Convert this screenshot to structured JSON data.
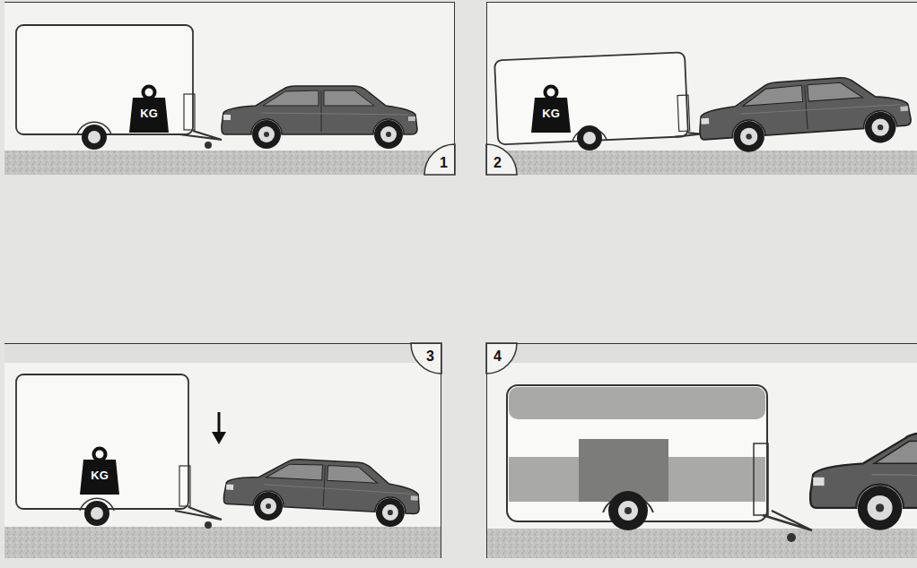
{
  "diagram": {
    "nodes": [
      {
        "text": [
          "1"
        ]
      },
      {
        "text": [
          "KG"
        ],
        "in": 0
      },
      {
        "text": [
          "2"
        ]
      },
      {
        "text": [
          "KG"
        ],
        "in": 2
      },
      {
        "text": [
          "3"
        ]
      },
      {
        "text": [
          "KG"
        ],
        "in": 4
      },
      {
        "text": [
          "4"
        ]
      }
    ]
  }
}
